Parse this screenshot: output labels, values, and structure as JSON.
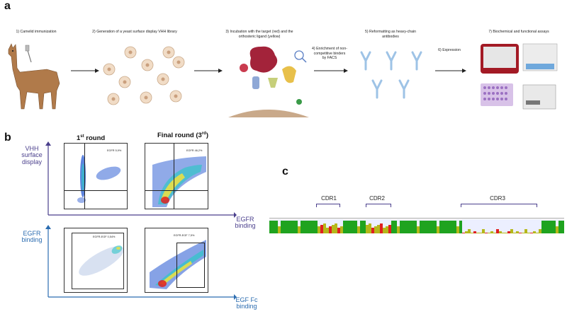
{
  "panel_a": {
    "letter": "a",
    "steps": [
      {
        "id": "s1",
        "text": "1) Camelid immunization"
      },
      {
        "id": "s2",
        "text": "2) Generation of a yeast surface display VHH library"
      },
      {
        "id": "s3",
        "text": "3) Incubation with the target (red) and the orthosteric ligand (yellow)"
      },
      {
        "id": "s4",
        "text": "4) Enrichment of non-competitive binders by FACS"
      },
      {
        "id": "s5",
        "text": "5) Reformatting as heavy-chain antibodies"
      },
      {
        "id": "s6",
        "text": "6) Expression"
      },
      {
        "id": "s7",
        "text": "7) Biochemical and functional assays"
      }
    ]
  },
  "panel_b": {
    "letter": "b",
    "col_first": "1",
    "col_first_sup": "st",
    "col_first_rest": " round",
    "col_final": "Final round (3",
    "col_final_sup": "rd",
    "col_final_end": ")",
    "top_y_label": "VHH surface display",
    "top_x_label": "EGFR binding",
    "bottom_y_label": "EGFR binding",
    "bottom_x_label": "EGF Fc binding",
    "gates": {
      "top_left": "EGFR 5,9%",
      "top_right": "EGFR 46,2%",
      "bottom_left": "EGFR-EGF 0,54%",
      "bottom_right": "EGFR-EGF 7,5%"
    },
    "colors": {
      "top_axis": "#4a3f8c",
      "bottom_axis": "#2b6cb0"
    }
  },
  "panel_c": {
    "letter": "c",
    "cdr1": "CDR1",
    "cdr2": "CDR2",
    "cdr3": "CDR3",
    "colors": {
      "high": "#1fa31f",
      "mid": "#b5b81a",
      "low": "#e02020",
      "bg": "#ecefff"
    }
  }
}
